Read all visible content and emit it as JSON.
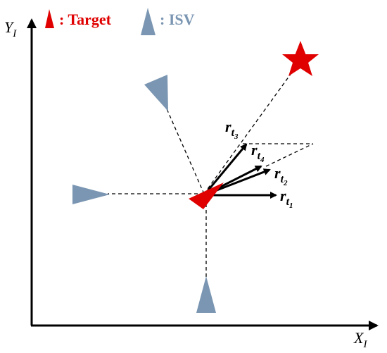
{
  "legend": {
    "target_label": ": Target",
    "isv_label": ": ISV",
    "target_color": "#e00000",
    "isv_color": "#7b96b2"
  },
  "axes": {
    "x_main": "X",
    "x_sub": "I",
    "y_main": "Y",
    "y_sub": "I"
  },
  "vectors": {
    "r_main": "r",
    "t_main": "t",
    "sub1": "1",
    "sub2": "2",
    "sub3": "3",
    "sub4": "4"
  },
  "icons": {
    "goal": "star-icon",
    "target": "target-triangle-icon",
    "sensor": "isv-triangle-icon"
  },
  "colors": {
    "target_red": "#e00000",
    "isv_blue": "#7b96b2",
    "axis_black": "#000000"
  }
}
